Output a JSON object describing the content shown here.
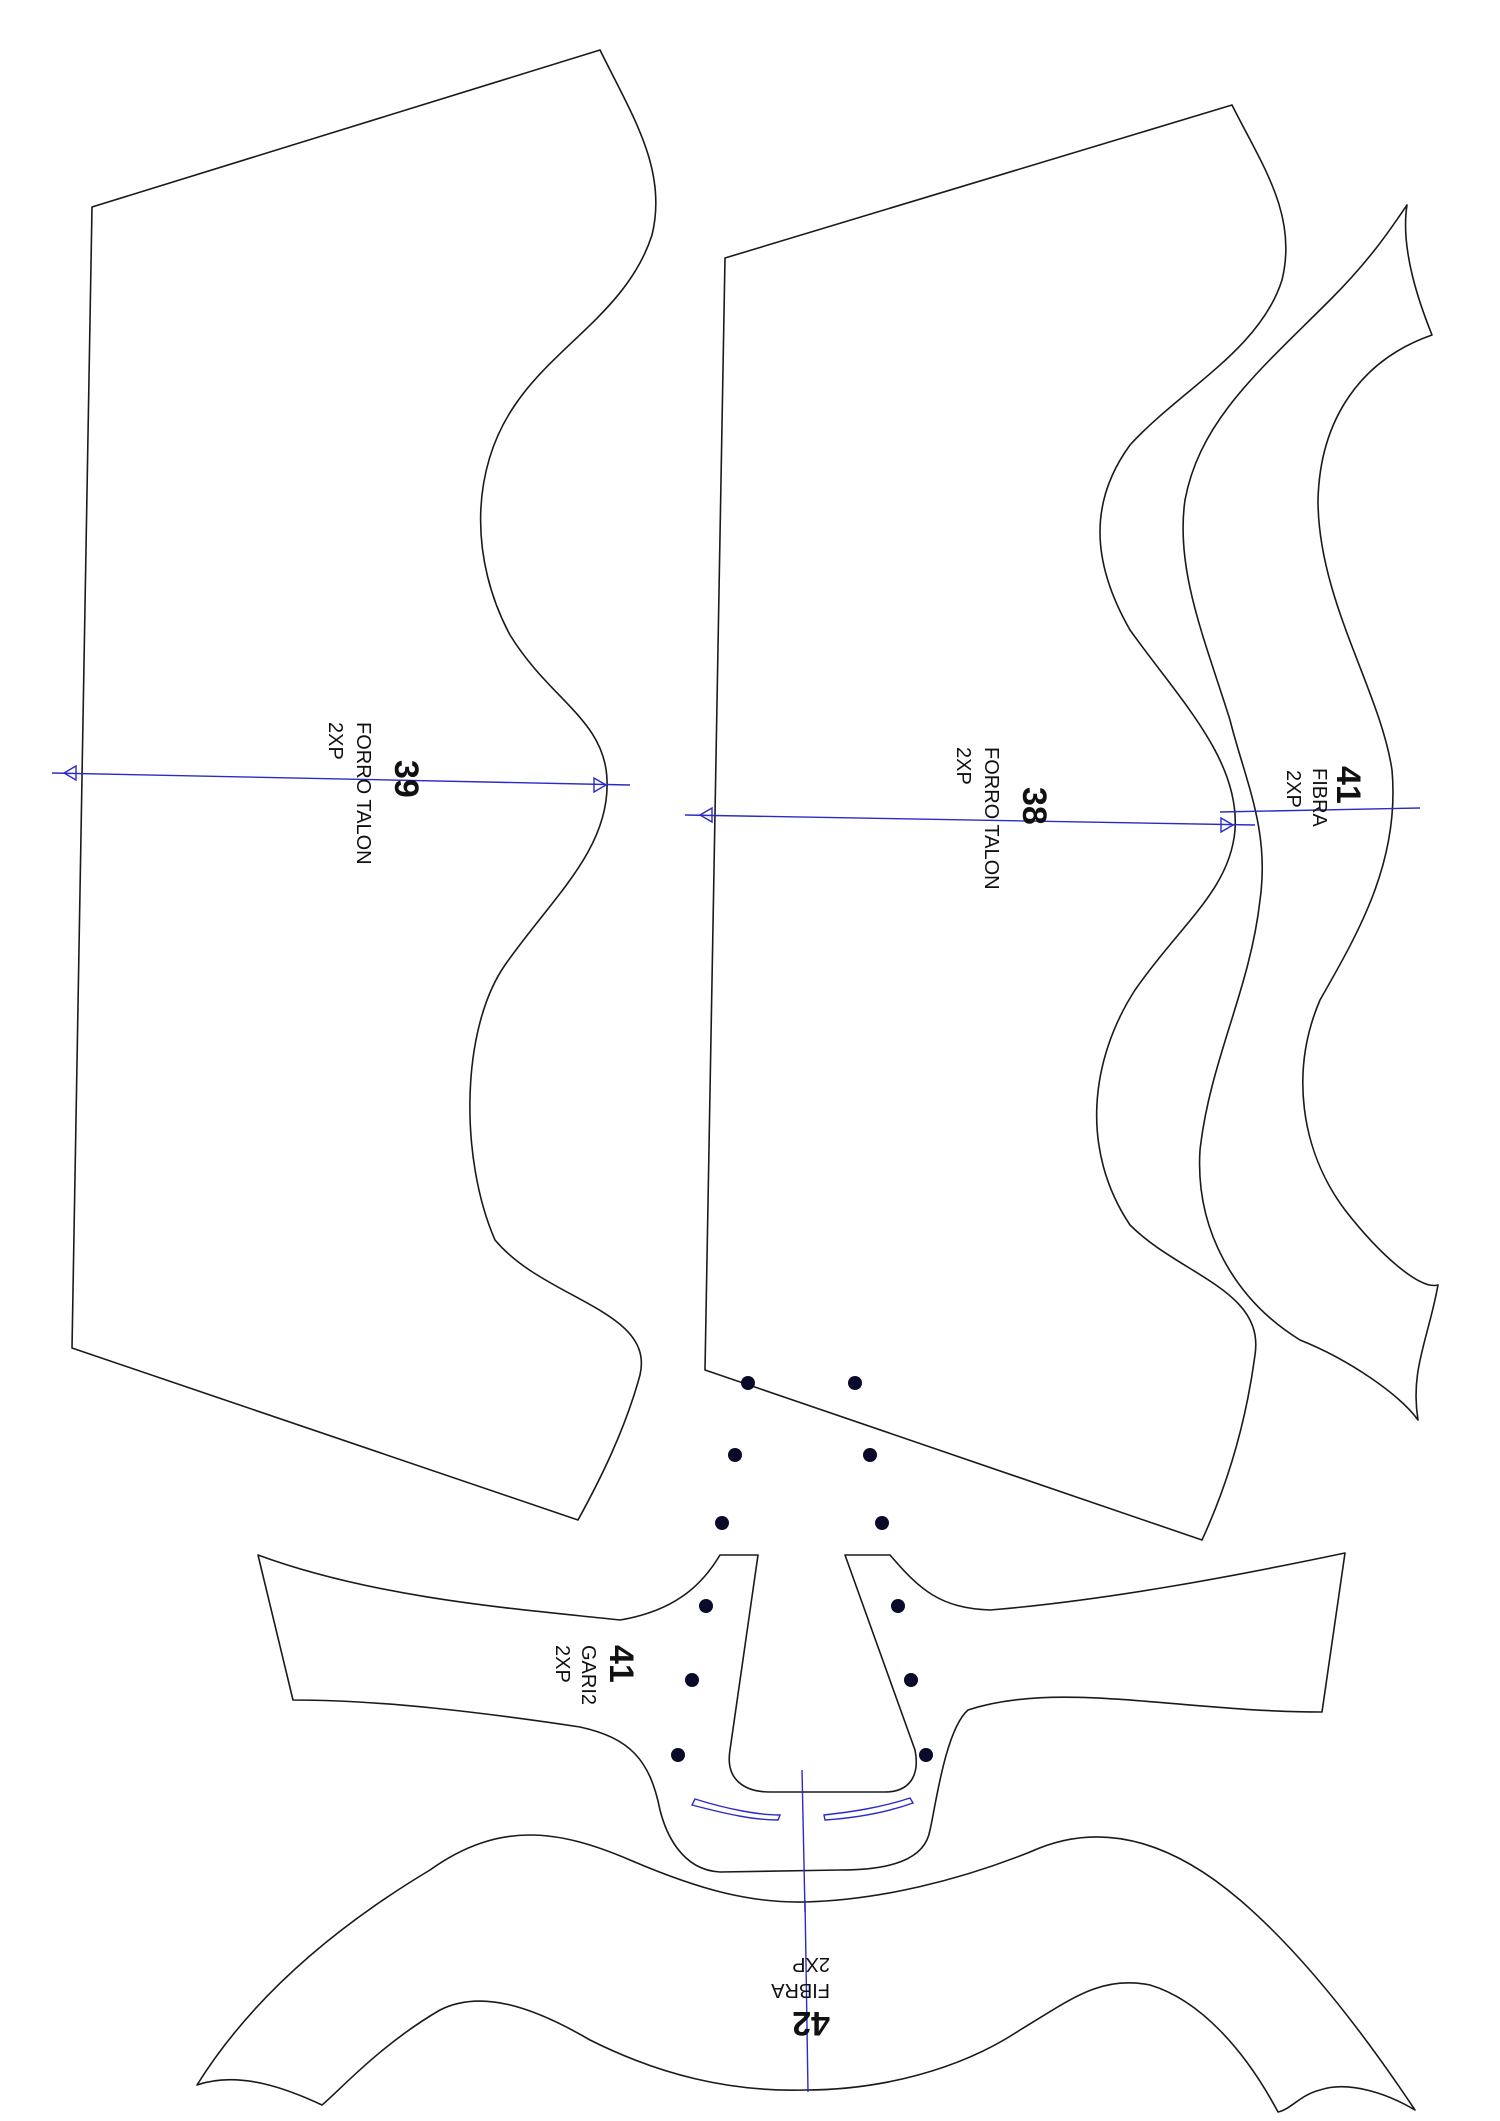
{
  "pieces": [
    {
      "id": "piece-39",
      "number": "39",
      "name": "FORRO TALON",
      "qty": "2XP"
    },
    {
      "id": "piece-38",
      "number": "38",
      "name": "FORRO TALON",
      "qty": "2XP"
    },
    {
      "id": "piece-41-fibra",
      "number": "41",
      "name": "FIBRA",
      "qty": "2XP"
    },
    {
      "id": "piece-41-garis",
      "number": "41",
      "name": "GARI2",
      "qty": "2XP"
    },
    {
      "id": "piece-42",
      "number": "42",
      "name": "FIBRA",
      "qty": "2XP"
    }
  ],
  "colors": {
    "outline": "#1a1a1a",
    "grain_line": "#2b2bc8",
    "punch_hole": "#0a0a2a"
  }
}
